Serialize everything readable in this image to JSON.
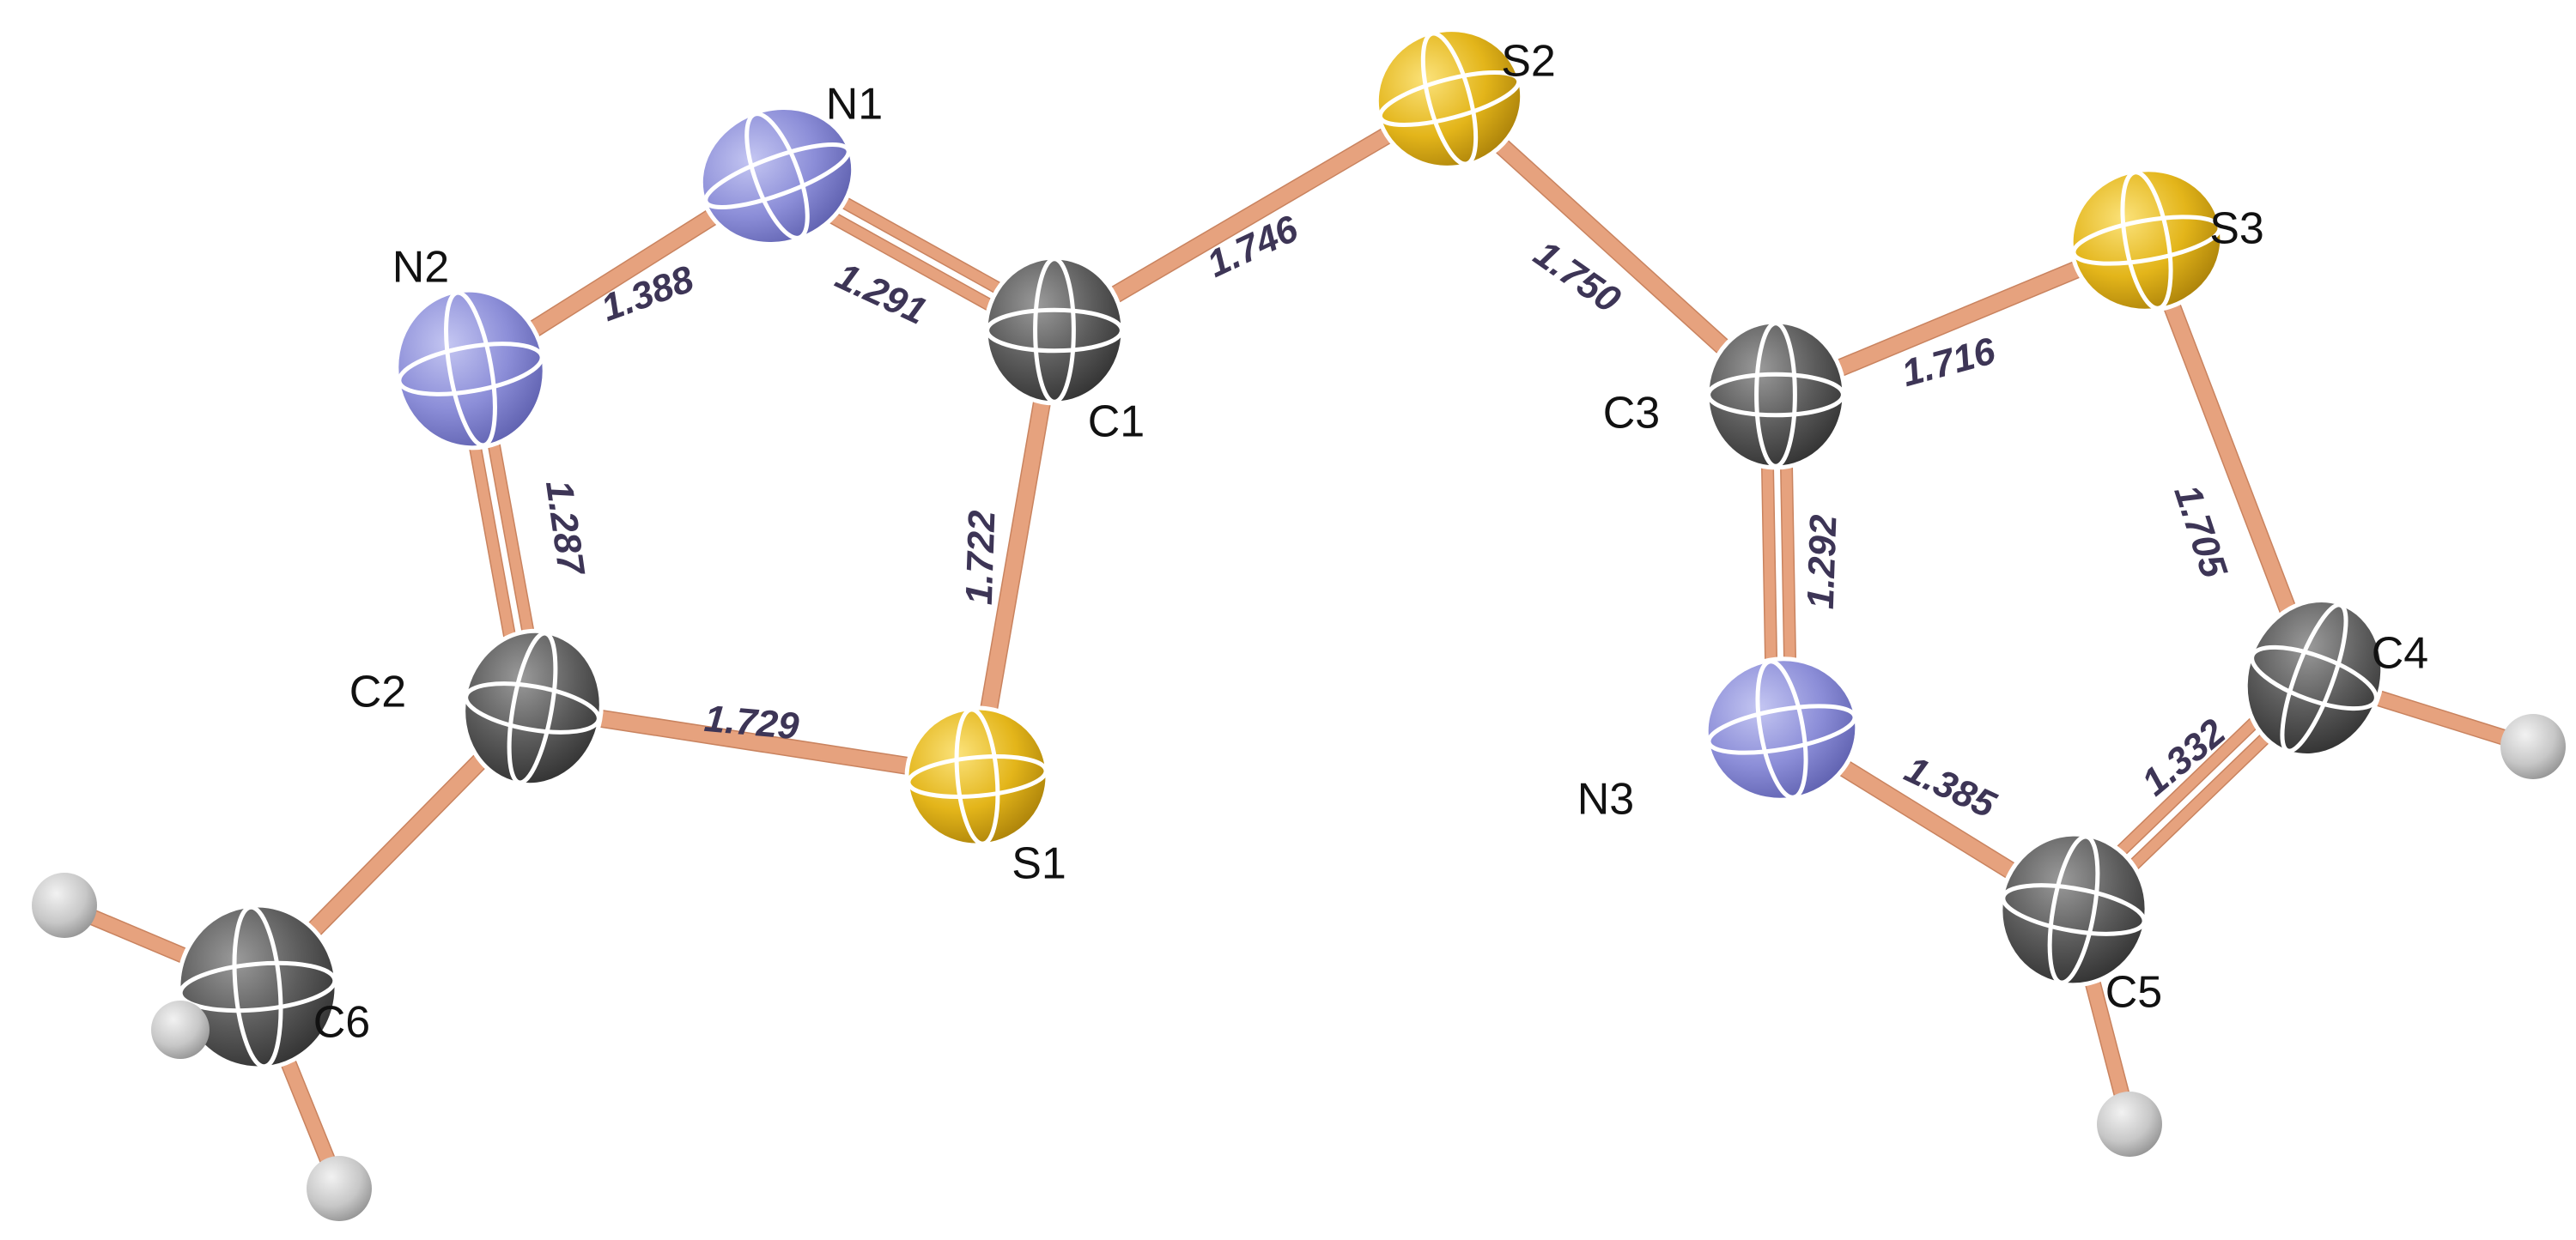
{
  "colors": {
    "bond": "#e6a27e",
    "bond_edge": "#c9835f",
    "carbon": "#5b5b5b",
    "nitrogen": "#8c8ed8",
    "sulfur": "#e3b51a",
    "hydrogen": "#c7c7c7",
    "ellipsoid_lines": "#ffffff",
    "bond_length_text": "#3d3556",
    "atom_text": "#111111"
  },
  "atoms": [
    {
      "id": "S1",
      "element": "sulfur",
      "label": "S1"
    },
    {
      "id": "S2",
      "element": "sulfur",
      "label": "S2"
    },
    {
      "id": "S3",
      "element": "sulfur",
      "label": "S3"
    },
    {
      "id": "N1",
      "element": "nitrogen",
      "label": "N1"
    },
    {
      "id": "N2",
      "element": "nitrogen",
      "label": "N2"
    },
    {
      "id": "N3",
      "element": "nitrogen",
      "label": "N3"
    },
    {
      "id": "C1",
      "element": "carbon",
      "label": "C1"
    },
    {
      "id": "C2",
      "element": "carbon",
      "label": "C2"
    },
    {
      "id": "C3",
      "element": "carbon",
      "label": "C3"
    },
    {
      "id": "C4",
      "element": "carbon",
      "label": "C4"
    },
    {
      "id": "C5",
      "element": "carbon",
      "label": "C5"
    },
    {
      "id": "C6",
      "element": "carbon",
      "label": "C6"
    },
    {
      "id": "H6a",
      "element": "hydrogen",
      "label": ""
    },
    {
      "id": "H6b",
      "element": "hydrogen",
      "label": ""
    },
    {
      "id": "H6c",
      "element": "hydrogen",
      "label": ""
    },
    {
      "id": "H4",
      "element": "hydrogen",
      "label": ""
    },
    {
      "id": "H5",
      "element": "hydrogen",
      "label": ""
    }
  ],
  "bonds": [
    {
      "from": "N2",
      "to": "N1",
      "order": 1,
      "length": "1.388"
    },
    {
      "from": "N1",
      "to": "C1",
      "order": 2,
      "length": "1.291"
    },
    {
      "from": "C1",
      "to": "S2",
      "order": 1,
      "length": "1.746"
    },
    {
      "from": "S2",
      "to": "C3",
      "order": 1,
      "length": "1.750"
    },
    {
      "from": "C3",
      "to": "S3",
      "order": 1,
      "length": "1.716"
    },
    {
      "from": "C1",
      "to": "S1",
      "order": 1,
      "length": "1.722"
    },
    {
      "from": "N2",
      "to": "C2",
      "order": 2,
      "length": "1.287"
    },
    {
      "from": "C2",
      "to": "S1",
      "order": 1,
      "length": "1.729"
    },
    {
      "from": "S3",
      "to": "C4",
      "order": 1,
      "length": "1.705"
    },
    {
      "from": "C3",
      "to": "N3",
      "order": 2,
      "length": "1.292"
    },
    {
      "from": "N3",
      "to": "C5",
      "order": 1,
      "length": "1.385"
    },
    {
      "from": "C5",
      "to": "C4",
      "order": 2,
      "length": "1.332"
    },
    {
      "from": "C2",
      "to": "C6",
      "order": 1,
      "length": ""
    },
    {
      "from": "C6",
      "to": "H6a",
      "order": 1,
      "length": ""
    },
    {
      "from": "C6",
      "to": "H6b",
      "order": 1,
      "length": ""
    },
    {
      "from": "C6",
      "to": "H6c",
      "order": 1,
      "length": ""
    },
    {
      "from": "C4",
      "to": "H4",
      "order": 1,
      "length": ""
    },
    {
      "from": "C5",
      "to": "H5",
      "order": 1,
      "length": ""
    }
  ]
}
